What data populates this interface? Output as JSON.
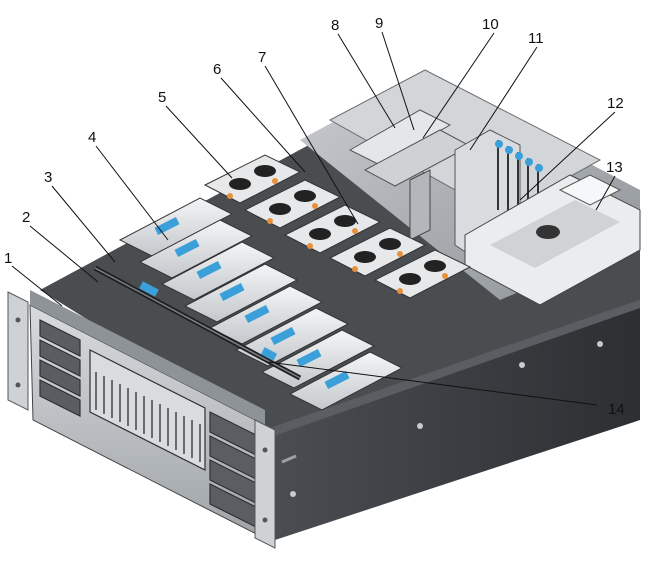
{
  "figure": {
    "kind": "server chassis internal view",
    "callouts": [
      {
        "id": "c1",
        "number": "1"
      },
      {
        "id": "c2",
        "number": "2"
      },
      {
        "id": "c3",
        "number": "3"
      },
      {
        "id": "c4",
        "number": "4"
      },
      {
        "id": "c5",
        "number": "5"
      },
      {
        "id": "c6",
        "number": "6"
      },
      {
        "id": "c7",
        "number": "7"
      },
      {
        "id": "c8",
        "number": "8"
      },
      {
        "id": "c9",
        "number": "9"
      },
      {
        "id": "c10",
        "number": "10"
      },
      {
        "id": "c11",
        "number": "11"
      },
      {
        "id": "c12",
        "number": "12"
      },
      {
        "id": "c13",
        "number": "13"
      },
      {
        "id": "c14",
        "number": "14"
      }
    ],
    "colors": {
      "chassis_dark": "#3a3d40",
      "chassis_mid": "#6b6f73",
      "chassis_light": "#b8bcc0",
      "panel_light": "#e8eaec",
      "accent_blue": "#3b9fd9",
      "accent_orange": "#e8913a"
    }
  }
}
